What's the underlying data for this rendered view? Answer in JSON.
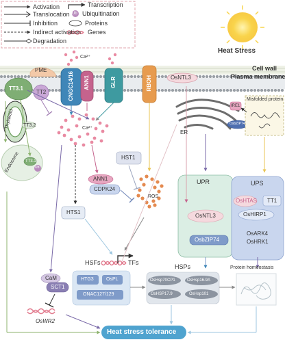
{
  "legend": {
    "activation": "Activation",
    "transcription": "Transcription",
    "translocation": "Translocation",
    "ubiquitination": "Ubiquitination",
    "ub_badge": "Ub",
    "inhibition": "Inhibition",
    "proteins": "Proteins",
    "indirect_activation": "Indirect activation",
    "genes": "Genes",
    "degradation": "Degradation"
  },
  "header": {
    "heat_stress": "Heat Stress",
    "cell_wall": "Cell wall",
    "plasma_membrane": "Plasma membrane"
  },
  "membrane": {
    "tt3_1": "TT3.1",
    "pme": "PME",
    "tt2": "TT2",
    "cngc": "CNGC14/16",
    "ann1": "ANN1",
    "glr": "GLR",
    "rboh": "RBOH",
    "osntl3": "OsNTL3",
    "ca_top": "Ca²⁺"
  },
  "left": {
    "thylakoid": "Thylakoid",
    "tt3_2": "TT3.2",
    "endosome": "Endosome",
    "tt3_1_small": "TT3.1",
    "ub_small": "Ub",
    "cam": "CaM",
    "sct1": "SCT1",
    "oswr2": "OsWR2"
  },
  "cytosol": {
    "ca": "Ca²⁺",
    "hst1": "HST1",
    "ann1": "ANN1",
    "cdpk24": "CDPK24",
    "hts1": "HTS1",
    "ros": "ROS"
  },
  "er": {
    "er": "ER",
    "ire1": "IRE1",
    "osbzip74_small": "OsbZIP74",
    "misfolded": "Misfolded protein",
    "upr": "UPR",
    "osntl3": "OsNTL3",
    "osbzip74": "OsbZIP74"
  },
  "ups": {
    "title": "UPS",
    "oshtas": "OsHTAS",
    "tt1": "TT1",
    "oshirp1": "OsHIRP1",
    "osark4": "OsARK4",
    "oshrk1": "OsHRK1"
  },
  "nucleus": {
    "hsfs": "HSFs",
    "tfs": "TFs",
    "htg3": "HTG3",
    "ospl": "OsPL",
    "onac": "ONAC127/129"
  },
  "hsps": {
    "title": "HSPs",
    "items": [
      "OsHsp70CP1",
      "OsHsp16.9A",
      "OsHSP17.9",
      "OsHsp101"
    ]
  },
  "protein_homeostasis": "Protein homeostasis",
  "heat_tolerance": "Heat stress tolerance",
  "colors": {
    "membrane_green": "#7fae74",
    "cngc_blue": "#3f86b8",
    "ann_pink": "#c5638d",
    "glr_teal": "#3e9aa0",
    "rboh_orange": "#e79b4e",
    "ca_pink": "#e98aa2",
    "ros_orange": "#e48a50",
    "upr_green": "#dbeee4",
    "ups_blue": "#c9d6ee",
    "tolerance_blue": "#4fa3cf"
  }
}
